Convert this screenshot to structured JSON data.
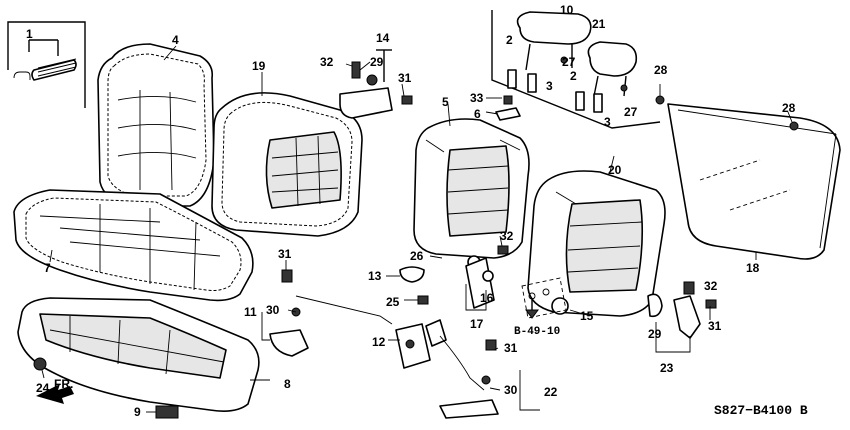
{
  "labels": {
    "l1": "1",
    "l2a": "2",
    "l2b": "2",
    "l3a": "3",
    "l3b": "3",
    "l4": "4",
    "l5": "5",
    "l6": "6",
    "l7": "7",
    "l8": "8",
    "l9": "9",
    "l10": "10",
    "l11": "11",
    "l12": "12",
    "l13": "13",
    "l14": "14",
    "l15": "15",
    "l16": "16",
    "l17": "17",
    "l18": "18",
    "l19": "19",
    "l20": "20",
    "l21": "21",
    "l22": "22",
    "l23": "23",
    "l24": "24",
    "l25": "25",
    "l26": "26",
    "l27a": "27",
    "l27b": "27",
    "l28a": "28",
    "l28b": "28",
    "l29a": "29",
    "l29b": "29",
    "l30a": "30",
    "l30b": "30",
    "l31a": "31",
    "l31b": "31",
    "l31c": "31",
    "l31d": "31",
    "l32a": "32",
    "l32b": "32",
    "l32c": "32",
    "l33": "33"
  },
  "reference": "B-49-10",
  "direction_label": "FR.",
  "diagram_code": "S827−B4100 B"
}
